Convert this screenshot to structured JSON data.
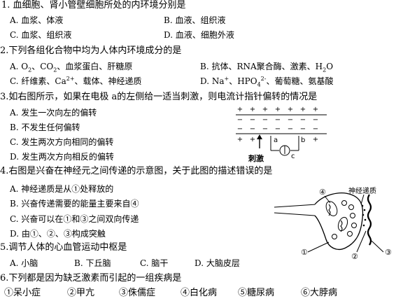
{
  "q1": {
    "stem": "1.  血细胞、肾小管壁细胞所处的内环境分别是",
    "a": "A.  血浆、体液",
    "b": "B.  血液、组织液",
    "c": "C.  血浆、组织液",
    "d": "D.  血液、细胞外液"
  },
  "q2": {
    "stem": "2.下列各组化合物中均为人体内环境成分的是",
    "a_pre": "A.  O",
    "a_s1": "2",
    "a_mid": "、CO",
    "a_s2": "2",
    "a_post": "、血浆蛋白、肝糖原",
    "b_pre": "B.  抗体、RNA聚合酶、激素、H",
    "b_sub": "2",
    "b_post": "O",
    "c_pre": "C.  纤维素、Ca",
    "c_sup": "2+",
    "c_post": "、载体、神经递质",
    "d_pre": "D.  Na",
    "d_sup": "+",
    "d_mid": "、HPO",
    "d_sub": "4",
    "d_sup2": "2-",
    "d_post": "、葡萄糖、氨基酸"
  },
  "q3": {
    "stem": "3.如右图所示，如果在电极  a的左侧给一适当刺激，则电流计指针偏转的情况是",
    "a": "A.  发生一次向左的偏转",
    "b": "B.  不发生任何偏转",
    "c": "C.  发生两次方向相同的偏转",
    "d": "D.  发生两次方向相反的偏转",
    "fig": {
      "plus": "+",
      "minus": "−",
      "a": "a",
      "b": "b",
      "c": "c",
      "stim": "刺激"
    }
  },
  "q4": {
    "stem": "4.右图是兴奋在神经元之间传递的示意图，关于此图的描述错误的是",
    "a": "A.  神经递质是从①处释放的",
    "b": "B.  兴奋传递需要的能量主要来自④",
    "c": "C.  兴奋可以在①和③之间双向传递",
    "d": "D.  由①、②、③构成突触",
    "fig": {
      "neuro": "神经递质",
      "n1": "①",
      "n2": "②",
      "n3": "③",
      "n4": "④"
    }
  },
  "q5": {
    "stem": "5.调节人体的心血管运动中枢是",
    "a": "A.  小脑",
    "b": "B.  下丘脑",
    "c": "C.  脑干",
    "d": "D.  大脑皮层"
  },
  "q6": {
    "stem": "6.下列都是因为缺乏激素而引起的一组疾病是",
    "items": [
      "①呆小症",
      "②甲亢",
      "③侏儒症",
      "④白化病",
      "⑤糖尿病",
      "⑥大脖病"
    ]
  }
}
